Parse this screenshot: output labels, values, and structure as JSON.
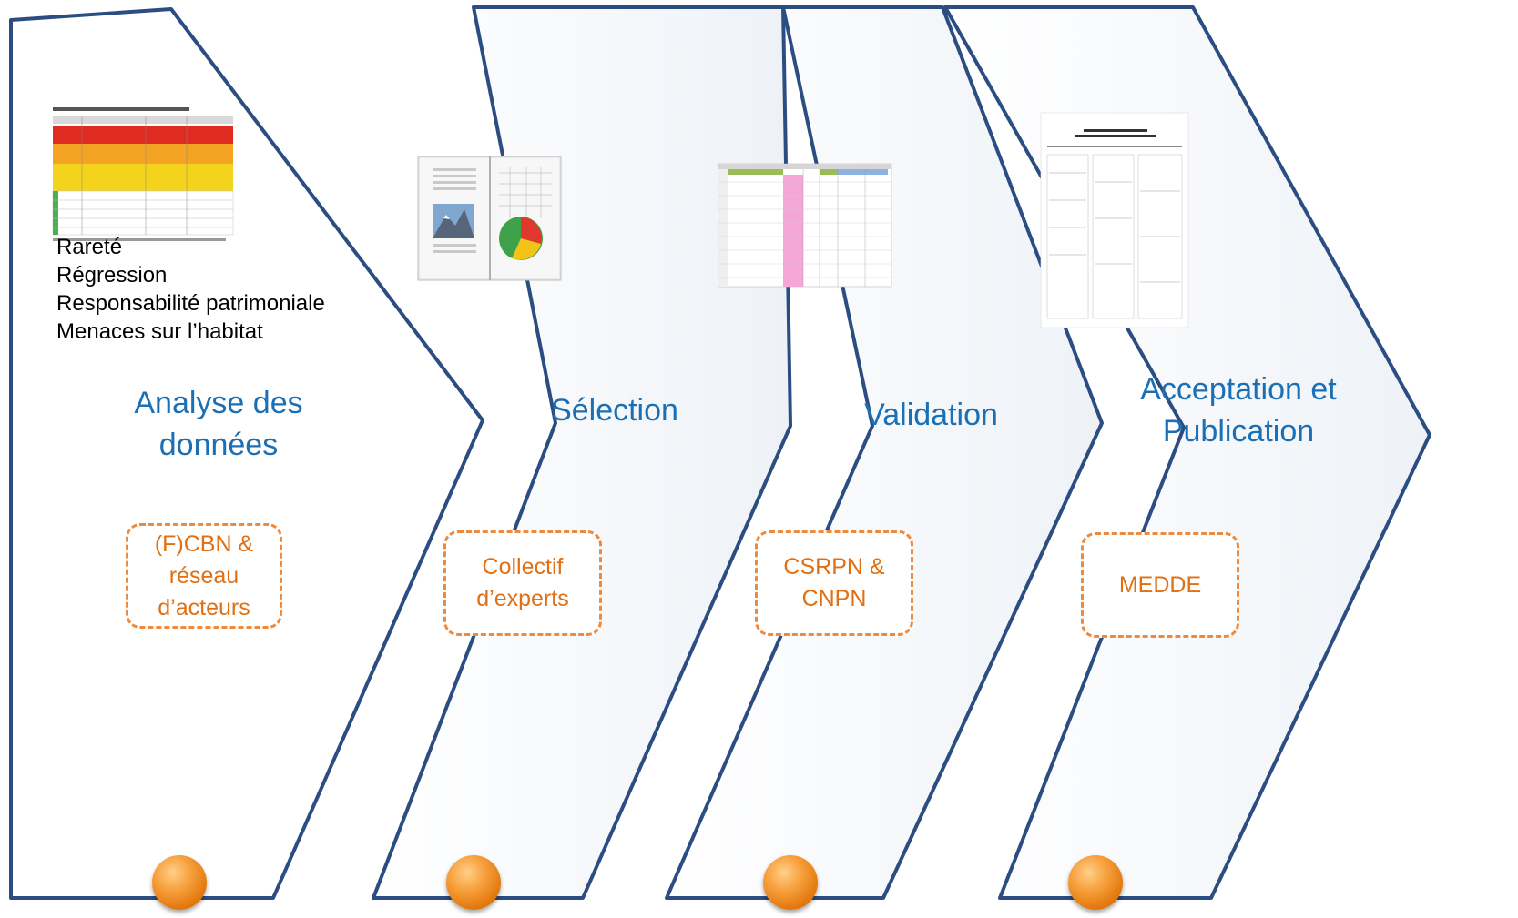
{
  "stages": [
    {
      "title": "Analyse des\ndonnées",
      "actor": "(F)CBN &\nréseau\nd’acteurs"
    },
    {
      "title": "Sélection",
      "actor": "Collectif\nd’experts"
    },
    {
      "title": "Validation",
      "actor": "CSRPN &\nCNPN"
    },
    {
      "title": "Acceptation et\nPublication",
      "actor": "MEDDE"
    }
  ],
  "criteria": [
    "Rareté",
    "Régression",
    "Responsabilité patrimoniale",
    "Menaces sur l’habitat"
  ],
  "colors": {
    "outline": "#2b4d82",
    "title": "#1b6fb5",
    "actor_border": "#ee8a3e",
    "actor_text": "#e26f12",
    "dot": "#f39a32"
  }
}
